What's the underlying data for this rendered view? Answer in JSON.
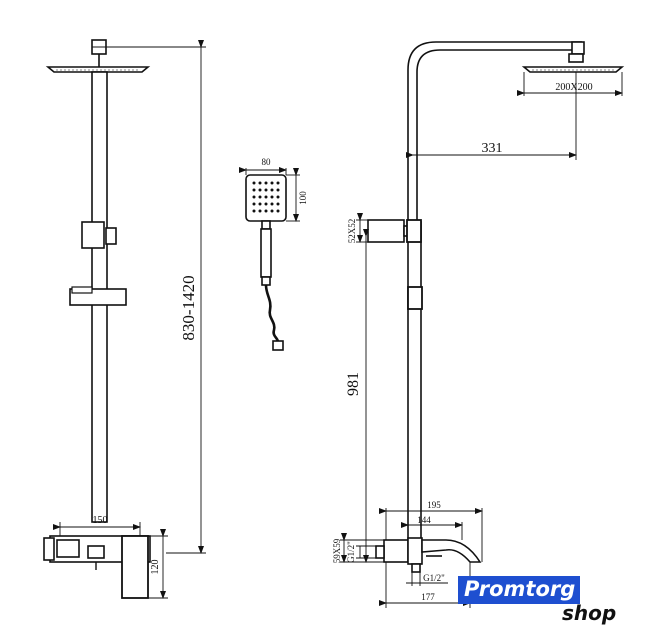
{
  "dimensions": {
    "overall_height": "830-1420",
    "mixer_width_left": "150",
    "mixer_height_left": "120",
    "hand_shower_width": "80",
    "hand_shower_height": "100",
    "head_size": "200X200",
    "arm_reach": "331",
    "bracket_size": "52X52",
    "slide_height": "981",
    "mixer_total_width": "195",
    "mixer_body_width": "144",
    "mixer_body_height": "59X59",
    "thread_left": "G1/2\"",
    "thread_bottom": "G1/2\"",
    "base_width": "177"
  },
  "logo": {
    "brand": "Promtorg",
    "sub": "shop",
    "accent_color": "#1e4fd0"
  }
}
